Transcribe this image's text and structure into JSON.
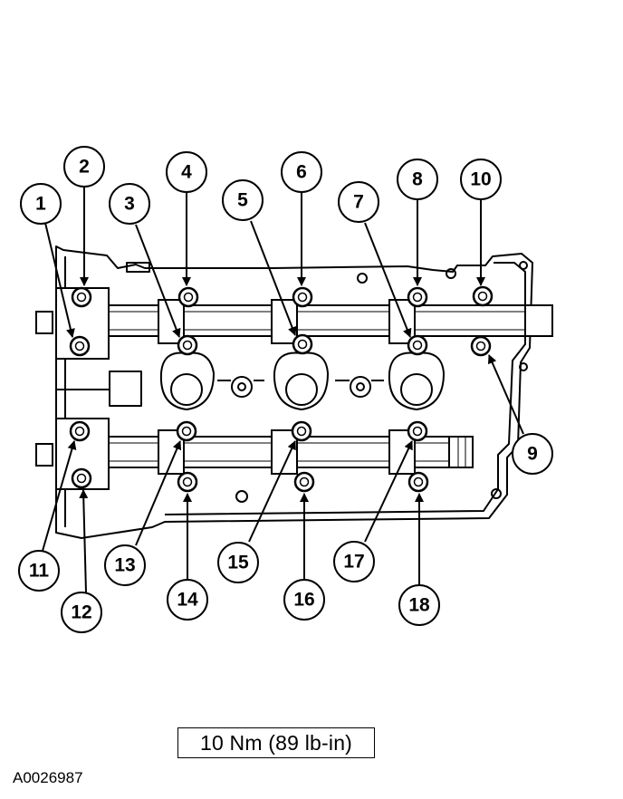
{
  "callouts": [
    "1",
    "2",
    "3",
    "4",
    "5",
    "6",
    "7",
    "8",
    "9",
    "10",
    "11",
    "12",
    "13",
    "14",
    "15",
    "16",
    "17",
    "18"
  ],
  "torque_spec": "10 Nm (89 lb-in)",
  "figure_id": "A0026987"
}
